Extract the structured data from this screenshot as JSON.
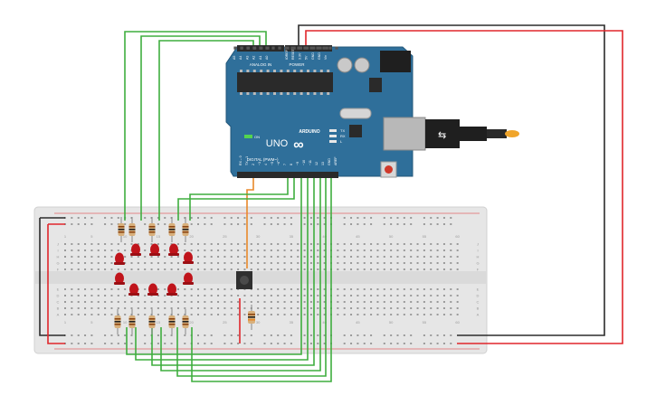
{
  "board": {
    "brand": "ARDUINO",
    "model": "UNO",
    "logo_symbol": "∞",
    "header_power": "POWER",
    "header_analog": "ANALOG IN",
    "header_digital": "DIGITAL (PWM~)",
    "on_label": "ON",
    "led_tx": "TX",
    "led_rx": "RX",
    "led_l": "L",
    "power_pins": [
      "IOREF",
      "RESET",
      "3.3V",
      "5V",
      "GND",
      "GND",
      "Vin"
    ],
    "analog_pins": [
      "A0",
      "A1",
      "A2",
      "A3",
      "A4",
      "A5"
    ],
    "digital_pins": [
      "AREF",
      "GND",
      "13",
      "12",
      "~11",
      "~10",
      "~9",
      "8",
      "7",
      "~6",
      "~5",
      "4",
      "~3",
      "2",
      "TX→1",
      "RX←0"
    ]
  },
  "breadboard": {
    "rail_rows": [
      "A",
      "B",
      "C",
      "D",
      "E",
      "F",
      "G",
      "H",
      "I",
      "J"
    ],
    "column_labels": [
      "1",
      "5",
      "10",
      "15",
      "20",
      "25",
      "30",
      "35",
      "40",
      "45",
      "50",
      "55",
      "60"
    ]
  },
  "colors": {
    "board": "#2f6f9a",
    "breadboard": "#e6e6e6",
    "wire_green": "#3fae3f",
    "wire_red": "#e0262b",
    "wire_black": "#2b2b2b",
    "wire_orange": "#e8892a",
    "led": "#c0141b"
  }
}
